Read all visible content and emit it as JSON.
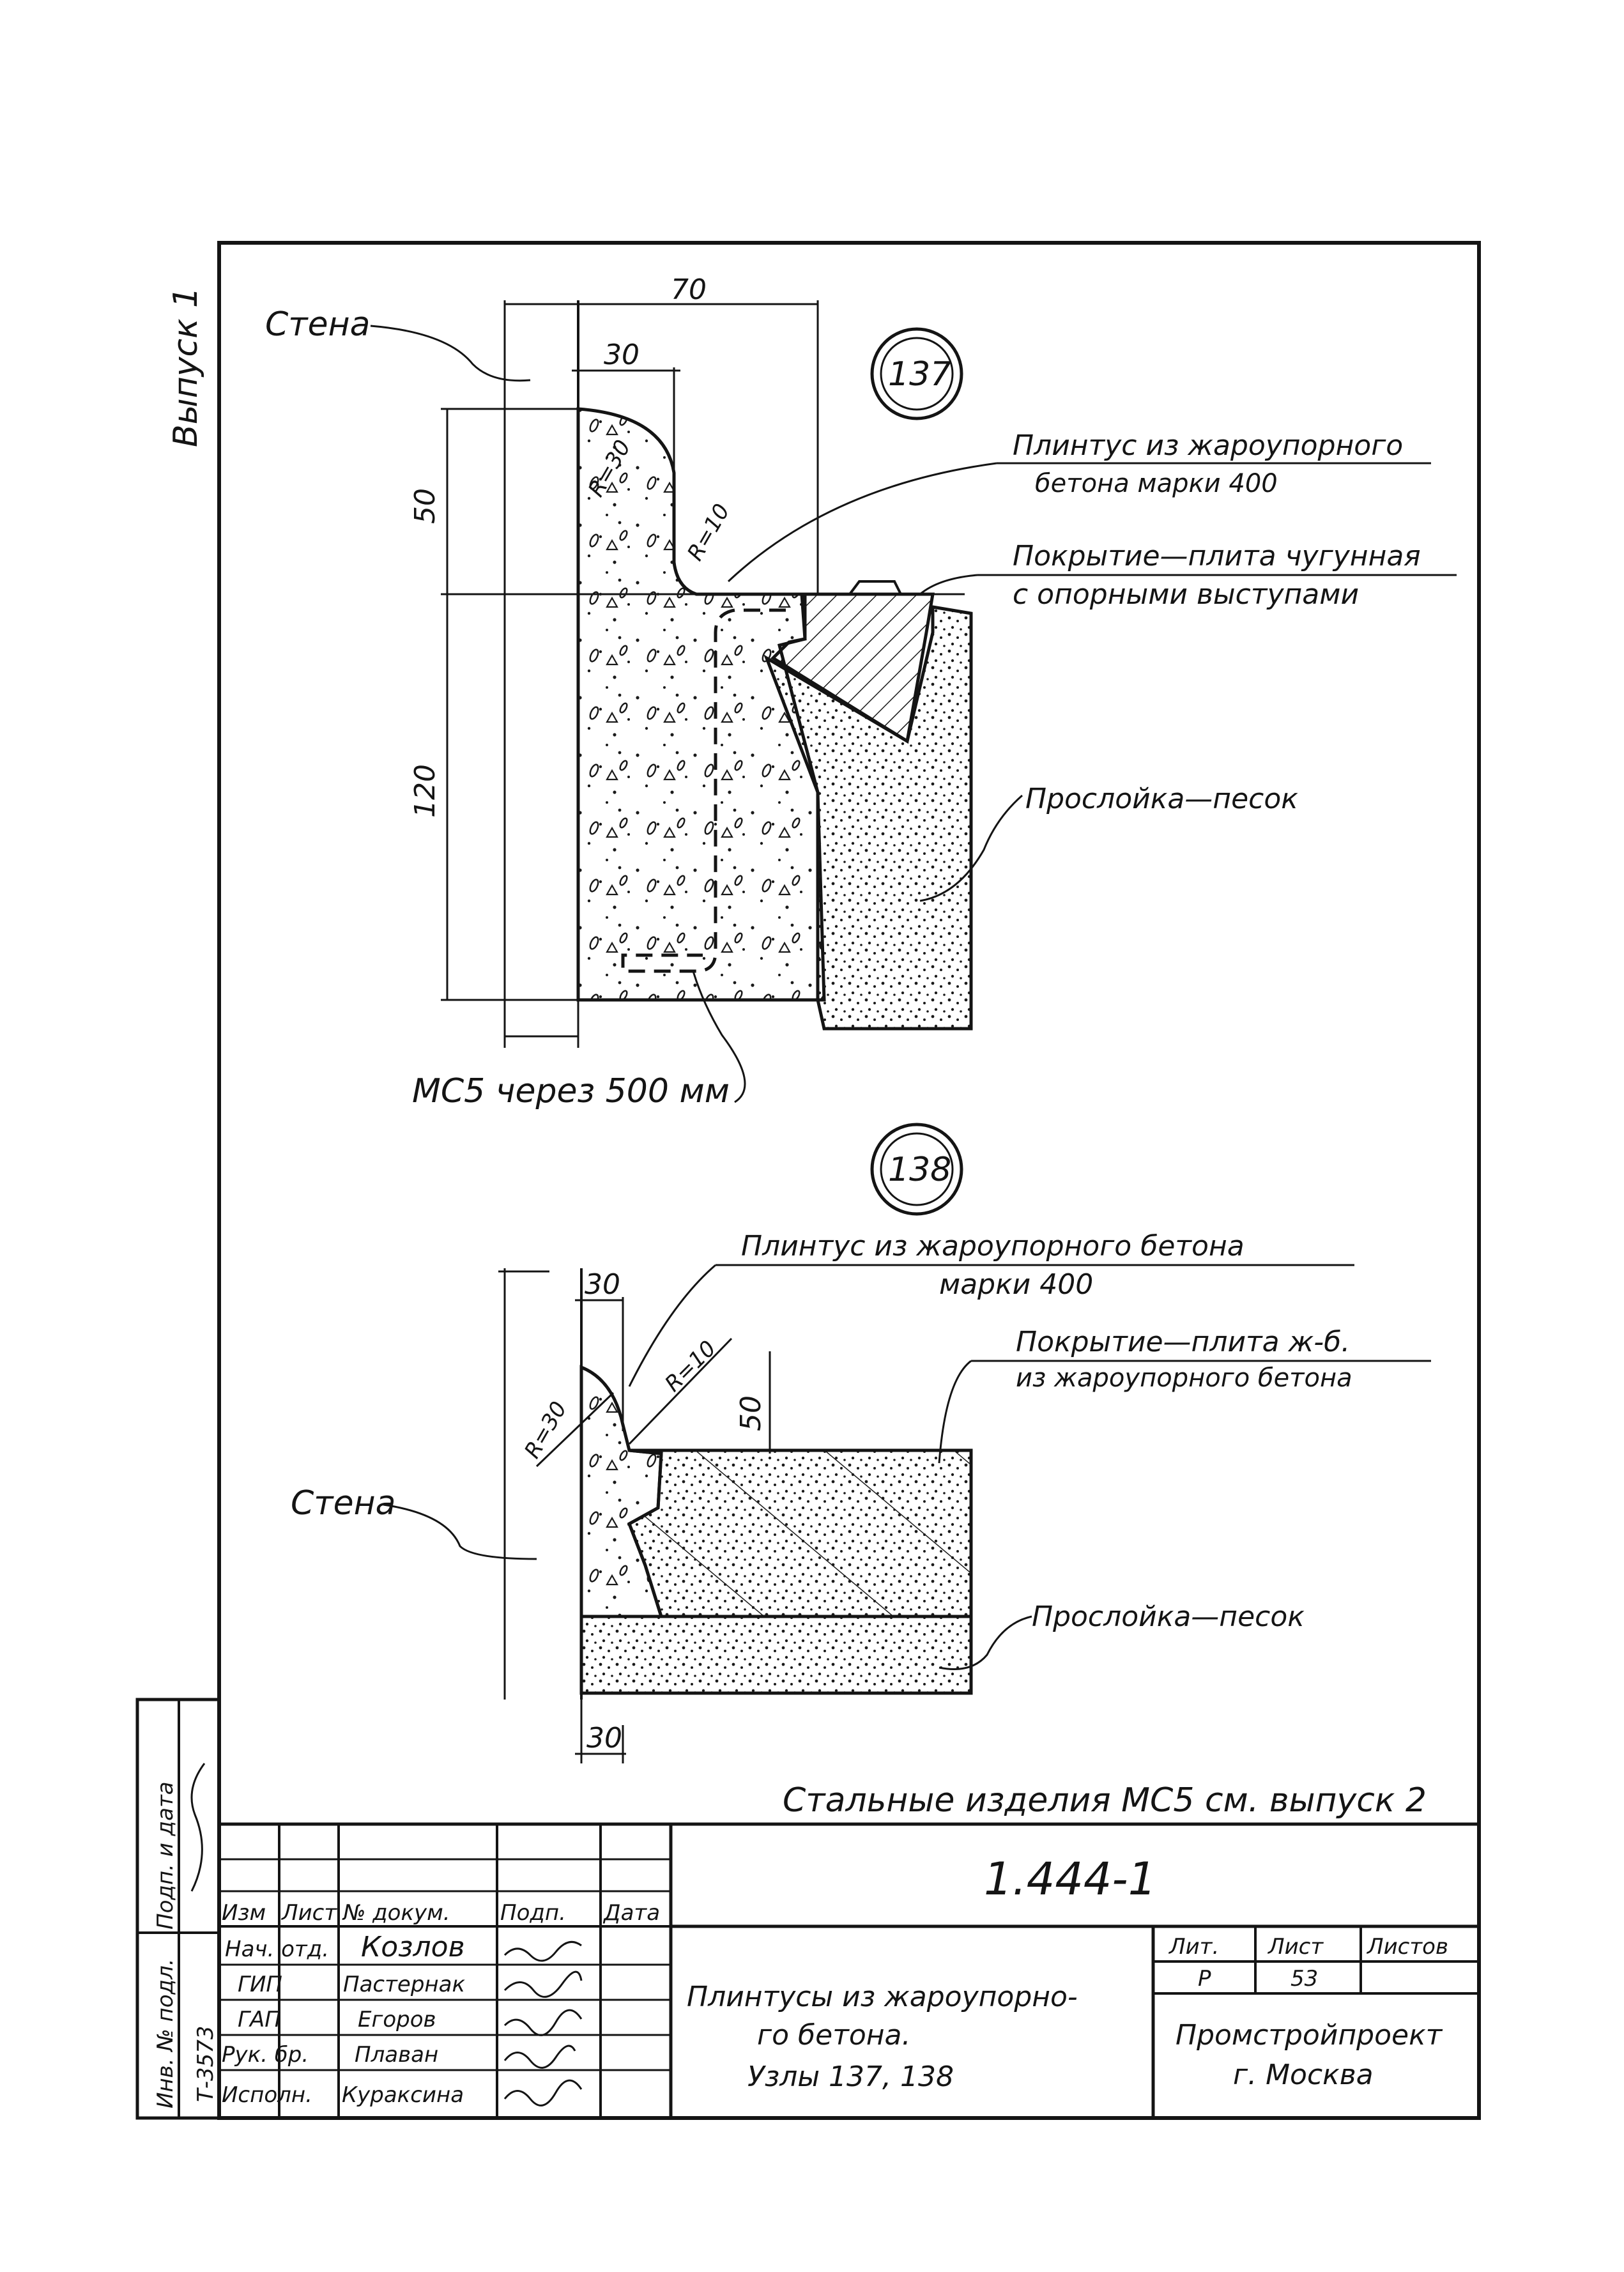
{
  "side_label": "Выпуск 1",
  "node137": {
    "number": "137",
    "wall": "Стена",
    "dims": {
      "top": "70",
      "inner": "30",
      "height_upper": "50",
      "height_lower": "120",
      "r_large": "R=30",
      "r_small": "R=10"
    },
    "callouts": {
      "plinth_line1": "Плинтус из жароупорного",
      "plinth_line2": "бетона марки 400",
      "cover_line1": "Покрытие—плита чугунная",
      "cover_line2": "с опорными выступами",
      "sand": "Прослойка—песок"
    },
    "anchor_note": "МС5 через 500 мм"
  },
  "node138": {
    "number": "138",
    "wall": "Стена",
    "dims": {
      "top": "30",
      "bottom": "30",
      "height": "50",
      "r_large": "R=30",
      "r_small": "R=10"
    },
    "callouts": {
      "plinth_line1": "Плинтус из жароупорного бетона",
      "plinth_line2": "марки 400",
      "cover_line1": "Покрытие—плита ж-б.",
      "cover_line2": "из жароупорного бетона",
      "sand": "Прослойка—песок"
    }
  },
  "note": "Стальные изделия МС5 см. выпуск 2",
  "side_stamp": {
    "sign_date": "Подп. и дата",
    "inv_no": "Инв. № подл.",
    "inv_value": "Т-3573"
  },
  "title_block": {
    "doc_code": "1.444-1",
    "headers": {
      "izm": "Изм",
      "list": "Лист",
      "doc": "№ докум.",
      "sign": "Подп.",
      "date": "Дата"
    },
    "roles": [
      {
        "role": "Нач. отд.",
        "name": "Козлов"
      },
      {
        "role": "ГИП",
        "name": "Пастернак"
      },
      {
        "role": "ГАП",
        "name": "Егоров"
      },
      {
        "role": "Рук. бр.",
        "name": "Плаван"
      },
      {
        "role": "Исполн.",
        "name": "Кураксина"
      }
    ],
    "title_line1": "Плинтусы из жароупорно-",
    "title_line2": "го бетона.",
    "title_line3": "Узлы 137, 138",
    "lit_label": "Лит.",
    "sheet_label": "Лист",
    "sheets_label": "Листов",
    "lit_value": "Р",
    "sheet_value": "53",
    "org": "Промстройпроект",
    "city": "г. Москва"
  }
}
